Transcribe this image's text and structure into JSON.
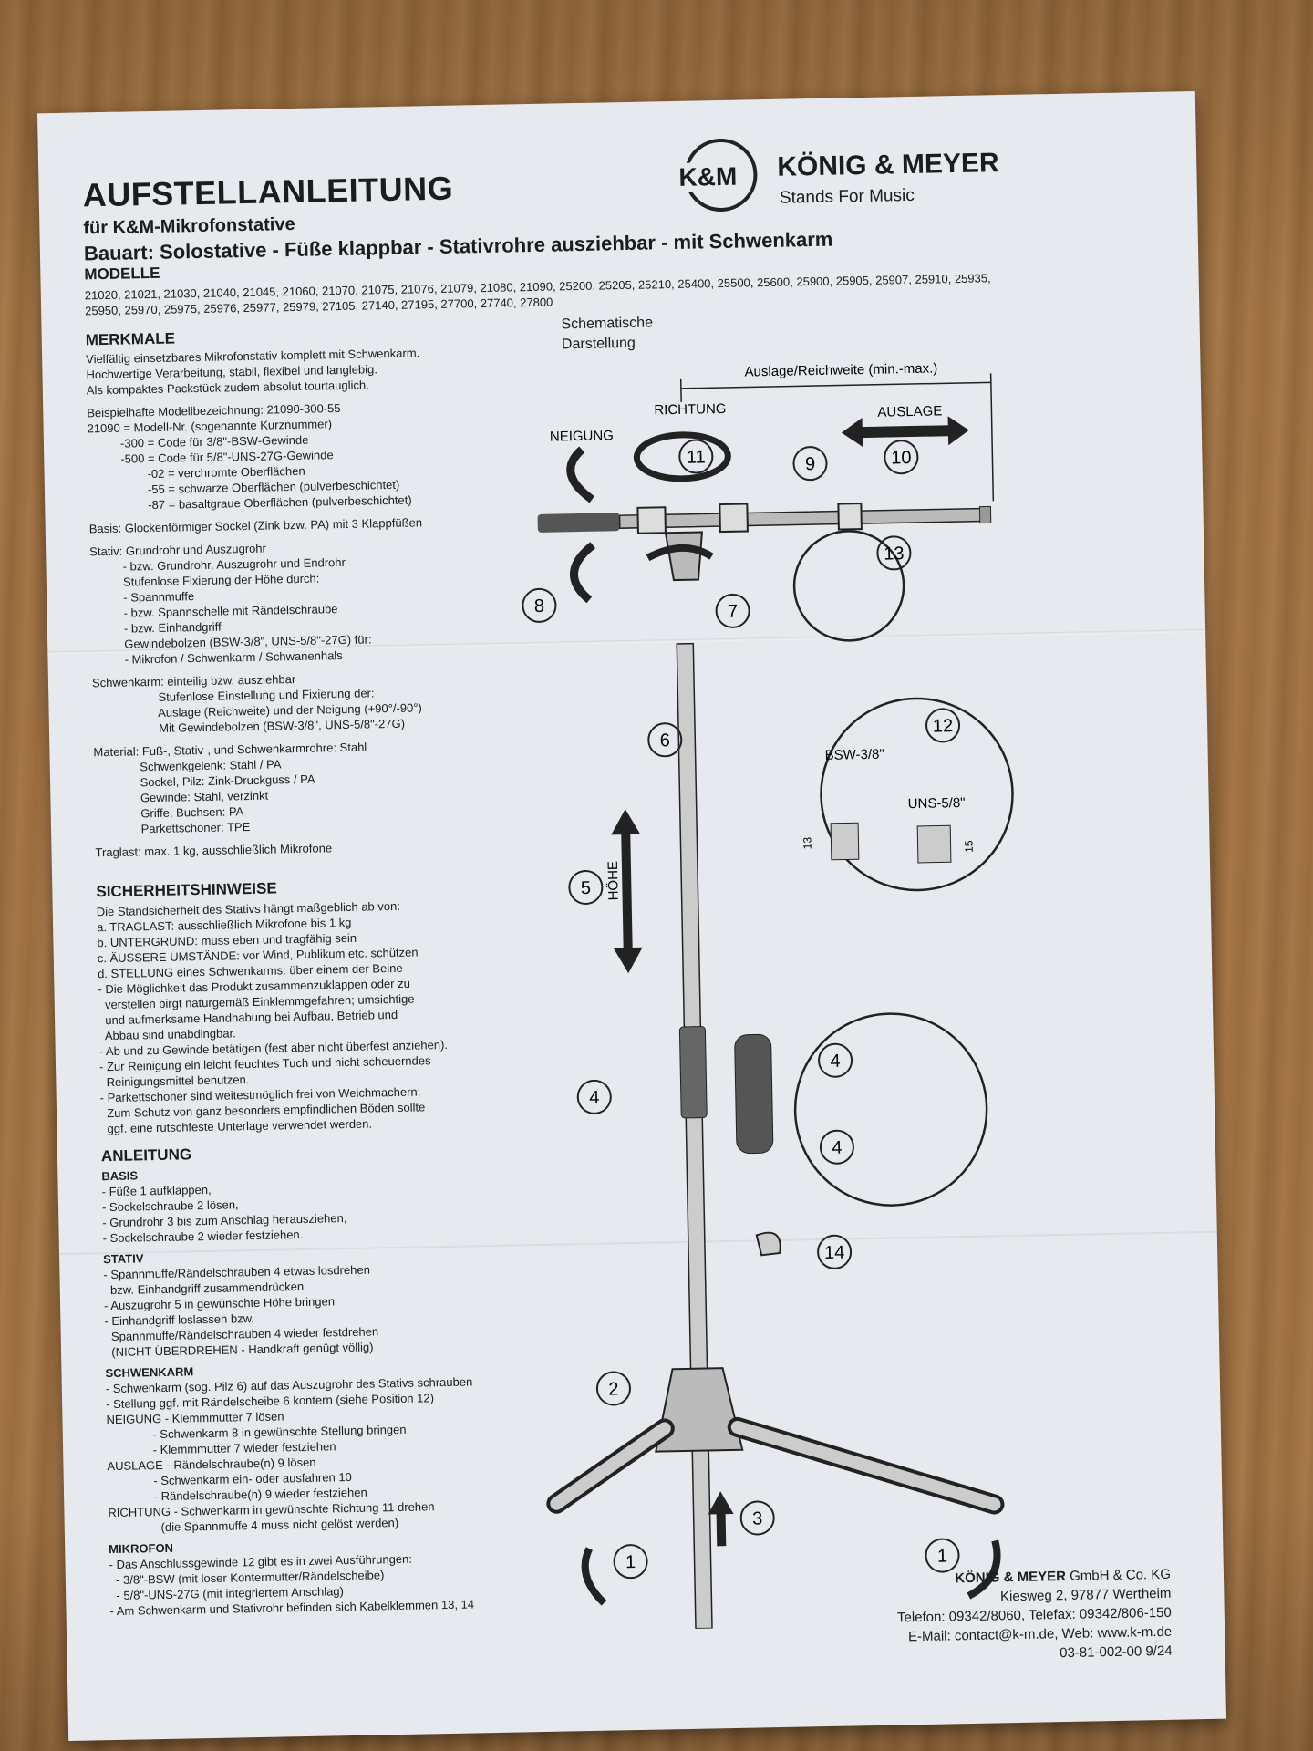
{
  "header": {
    "title": "AUFSTELLANLEITUNG",
    "subtitle1": "für K&M-Mikrofonstative",
    "subtitle2": "Bauart: Solostative - Füße klappbar - Stativrohre ausziehbar - mit Schwenkarm"
  },
  "logo": {
    "mark": "K&M",
    "name": "KÖNIG & MEYER",
    "tagline": "Stands For Music"
  },
  "modelle": {
    "heading": "MODELLE",
    "line1": "21020, 21021, 21030, 21040, 21045, 21060, 21070, 21075, 21076, 21079, 21080, 21090, 25200, 25205, 25210, 25400, 25500, 25600, 25900, 25905, 25907, 25910, 25935,",
    "line2": "25950, 25970, 25975, 25976, 25977, 25979, 27105, 27140, 27195, 27700, 27740, 27800"
  },
  "merkmale": {
    "heading": "MERKMALE",
    "intro": [
      "Vielfältig einsetzbares Mikrofonstativ komplett mit Schwenkarm.",
      "Hochwertige Verarbeitung, stabil, flexibel und langlebig.",
      "Als kompaktes Packstück zudem absolut tourtauglich."
    ],
    "codes": [
      "Beispielhafte Modellbezeichnung: 21090-300-55",
      "21090 = Modell-Nr. (sogenannte Kurznummer)",
      "          -300 = Code für 3/8\"-BSW-Gewinde",
      "          -500 = Code für 5/8\"-UNS-27G-Gewinde",
      "                  -02 = verchromte Oberflächen",
      "                  -55 = schwarze Oberflächen (pulverbeschichtet)",
      "                  -87 = basaltgraue Oberflächen (pulverbeschichtet)"
    ],
    "basis": "Basis: Glockenförmiger Sockel (Zink bzw. PA) mit 3 Klappfüßen",
    "stativ": [
      "Stativ: Grundrohr und Auszugrohr",
      "          - bzw. Grundrohr, Auszugrohr und Endrohr",
      "          Stufenlose Fixierung der Höhe durch:",
      "          - Spannmuffe",
      "          - bzw. Spannschelle mit Rändelschraube",
      "          - bzw. Einhandgriff",
      "          Gewindebolzen (BSW-3/8\", UNS-5/8\"-27G) für:",
      "          - Mikrofon / Schwenkarm / Schwanenhals"
    ],
    "schwenkarm": [
      "Schwenkarm: einteilig bzw. ausziehbar",
      "                    Stufenlose Einstellung und Fixierung der:",
      "                    Auslage (Reichweite) und der Neigung (+90°/-90°)",
      "                    Mit Gewindebolzen (BSW-3/8\", UNS-5/8\"-27G)"
    ],
    "material": [
      "Material: Fuß-, Stativ-, und Schwenkarmrohre: Stahl",
      "              Schwenkgelenk: Stahl / PA",
      "              Sockel, Pilz: Zink-Druckguss / PA",
      "              Gewinde: Stahl, verzinkt",
      "              Griffe, Buchsen: PA",
      "              Parkettschoner: TPE"
    ],
    "traglast": "Traglast: max. 1 kg, ausschließlich Mikrofone"
  },
  "sicherheit": {
    "heading": "SICHERHEITSHINWEISE",
    "lines": [
      "Die Standsicherheit des Stativs hängt maßgeblich ab von:",
      "a. TRAGLAST: ausschließlich Mikrofone bis 1 kg",
      "b. UNTERGRUND: muss eben und tragfähig sein",
      "c. ÄUSSERE UMSTÄNDE: vor Wind, Publikum etc. schützen",
      "d. STELLUNG eines Schwenkarms: über einem der Beine",
      "- Die Möglichkeit das Produkt zusammenzuklappen oder zu",
      "  verstellen birgt naturgemäß Einklemmgefahren; umsichtige",
      "  und aufmerksame Handhabung bei Aufbau, Betrieb und",
      "  Abbau sind unabdingbar.",
      "- Ab und zu Gewinde betätigen (fest aber nicht überfest anziehen).",
      "- Zur Reinigung ein leicht feuchtes Tuch und nicht scheuerndes",
      "  Reinigungsmittel benutzen.",
      "- Parkettschoner sind weitestmöglich frei von Weichmachern:",
      "  Zum Schutz von ganz besonders empfindlichen Böden sollte",
      "  ggf. eine rutschfeste Unterlage verwendet werden."
    ]
  },
  "anleitung": {
    "heading": "ANLEITUNG",
    "basis_heading": "BASIS",
    "basis": [
      "- Füße 1 aufklappen,",
      "- Sockelschraube 2 lösen,",
      "- Grundrohr 3 bis zum Anschlag herausziehen,",
      "- Sockelschraube 2 wieder festziehen."
    ],
    "stativ_heading": "STATIV",
    "stativ": [
      "- Spannmuffe/Rändelschrauben 4 etwas losdrehen",
      "  bzw. Einhandgriff zusammendrücken",
      "- Auszugrohr 5 in gewünschte Höhe bringen",
      "- Einhandgriff loslassen bzw.",
      "  Spannmuffe/Rändelschrauben 4 wieder festdrehen",
      "  (NICHT ÜBERDREHEN - Handkraft genügt völlig)"
    ],
    "schwenkarm_heading": "SCHWENKARM",
    "schwenkarm": [
      "- Schwenkarm (sog. Pilz 6) auf das Auszugrohr des Stativs schrauben",
      "- Stellung ggf. mit Rändelscheibe 6 kontern (siehe Position 12)",
      "NEIGUNG - Klemmmutter 7 lösen",
      "              - Schwenkarm 8 in gewünschte Stellung bringen",
      "              - Klemmmutter 7 wieder festziehen",
      "AUSLAGE - Rändelschraube(n) 9 lösen",
      "              - Schwenkarm ein- oder ausfahren 10",
      "              - Rändelschraube(n) 9 wieder festziehen",
      "RICHTUNG - Schwenkarm in gewünschte Richtung 11 drehen",
      "                (die Spannmuffe 4 muss nicht gelöst werden)"
    ],
    "mikrofon_heading": "MIKROFON",
    "mikrofon": [
      "- Das Anschlussgewinde 12 gibt es in zwei Ausführungen:",
      "  - 3/8\"-BSW (mit loser Kontermutter/Rändelscheibe)",
      "  - 5/8\"-UNS-27G (mit integriertem Anschlag)",
      "- Am Schwenkarm und Stativrohr befinden sich Kabelklemmen 13, 14"
    ]
  },
  "diagram": {
    "schematic_label": [
      "Schematische",
      "Darstellung"
    ],
    "reach_label": "Auslage/Reichweite (min.-max.)",
    "neigung": "NEIGUNG",
    "richtung": "RICHTUNG",
    "auslage": "AUSLAGE",
    "hoehe": "HÖHE",
    "bsw": "BSW-3/8\"",
    "uns": "UNS-5/8\"",
    "dim13": "13",
    "dim15": "15",
    "callouts": [
      "1",
      "1",
      "2",
      "3",
      "4",
      "4",
      "4",
      "5",
      "6",
      "7",
      "8",
      "9",
      "10",
      "11",
      "12",
      "13",
      "14"
    ]
  },
  "company": {
    "name": "KÖNIG & MEYER",
    "suffix": " GmbH & Co. KG",
    "address": "Kiesweg 2, 97877 Wertheim",
    "phone": "Telefon: 09342/8060, Telefax: 09342/806-150",
    "email": "E-Mail: contact@k-m.de, Web: www.k-m.de",
    "docnum": "03-81-002-00  9/24"
  }
}
